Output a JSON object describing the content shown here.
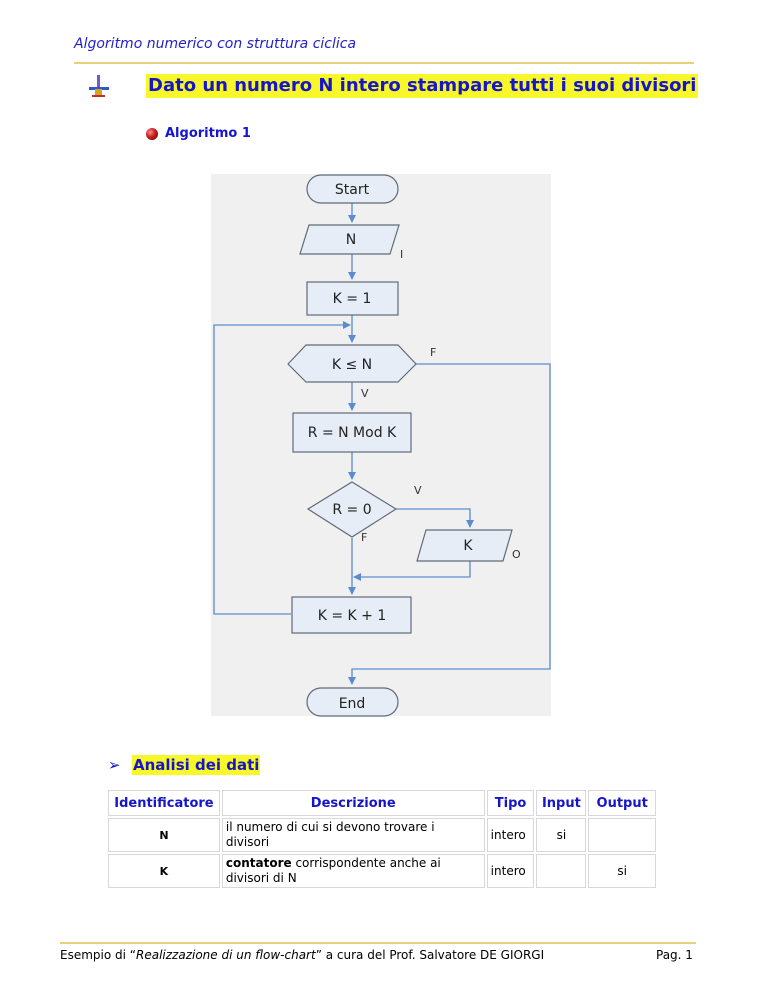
{
  "header": {
    "title": "Algoritmo numerico con struttura ciclica"
  },
  "main_title": "Dato un numero N intero stampare tutti i suoi divisori",
  "algorithm_label": "Algoritmo 1",
  "flowchart": {
    "start": "Start",
    "input_n": "N",
    "input_tag": "I",
    "init": "K = 1",
    "condition_loop": "K ≤ N",
    "loop_false": "F",
    "loop_true": "V",
    "remainder": "R = N Mod K",
    "condition_rem": "R = 0",
    "rem_true": "V",
    "rem_false": "F",
    "output_k": "K",
    "output_tag": "O",
    "increment": "K = K + 1",
    "end": "End"
  },
  "section": {
    "title": "Analisi dei dati"
  },
  "table": {
    "headers": [
      "Identificatore",
      "Descrizione",
      "Tipo",
      "Input",
      "Output"
    ],
    "rows": [
      {
        "id": "N",
        "desc_bold": "",
        "desc": "il numero di cui si devono trovare i divisori",
        "tipo": "intero",
        "input": "si",
        "output": ""
      },
      {
        "id": "K",
        "desc_bold": "contatore",
        "desc": " corrispondente anche ai divisori di N",
        "tipo": "intero",
        "input": "",
        "output": "si"
      }
    ]
  },
  "footer": {
    "prefix": "Esempio di “",
    "italic": "Realizzazione di un flow-chart",
    "suffix": "”  a cura del Prof. Salvatore DE GIORGI",
    "page": "Pag. 1"
  },
  "colors": {
    "accent_blue": "#1616c8",
    "highlight": "#f7f72a",
    "rule": "#e8d17a",
    "flow_line": "#5b8ccf",
    "shape_fill": "#e6edf6",
    "shape_stroke": "#5f6b78"
  },
  "icons": {
    "title_icon": "tool-icon",
    "bullet_icon": "red-ball-icon"
  }
}
